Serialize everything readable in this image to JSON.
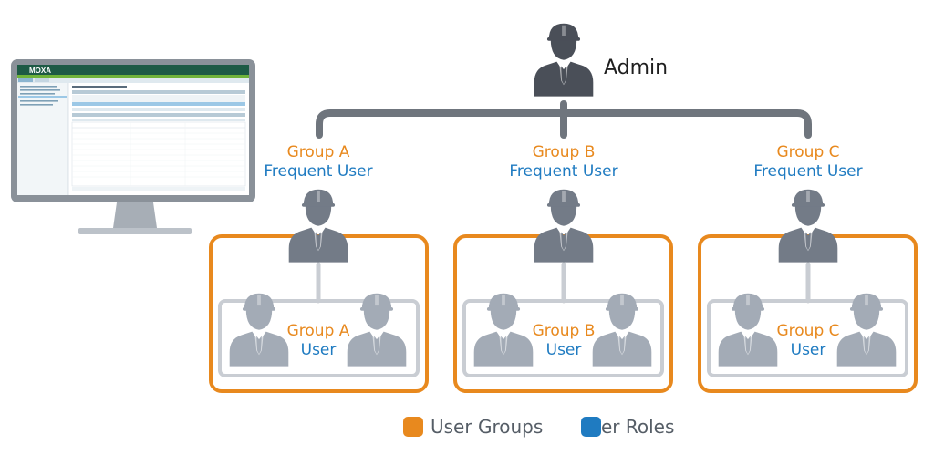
{
  "admin": {
    "label": "Admin"
  },
  "groups": [
    {
      "group_label": "Group A",
      "frequent_role": "Frequent User",
      "user_role": "User"
    },
    {
      "group_label": "Group B",
      "frequent_role": "Frequent User",
      "user_role": "User"
    },
    {
      "group_label": "Group C",
      "frequent_role": "Frequent User",
      "user_role": "User"
    }
  ],
  "legend": {
    "user_groups": {
      "label": "User Groups",
      "color": "#e8891e"
    },
    "user_roles": {
      "label": "er Roles",
      "color": "#1f7bc1"
    }
  },
  "monitor": {
    "logo_text": "MOXA"
  },
  "colors": {
    "admin_person": "#4a4f58",
    "frequent_person": "#737b87",
    "user_person": "#a3abb6",
    "connector": "#6f757d",
    "inner_box": "#c9cdd3"
  }
}
